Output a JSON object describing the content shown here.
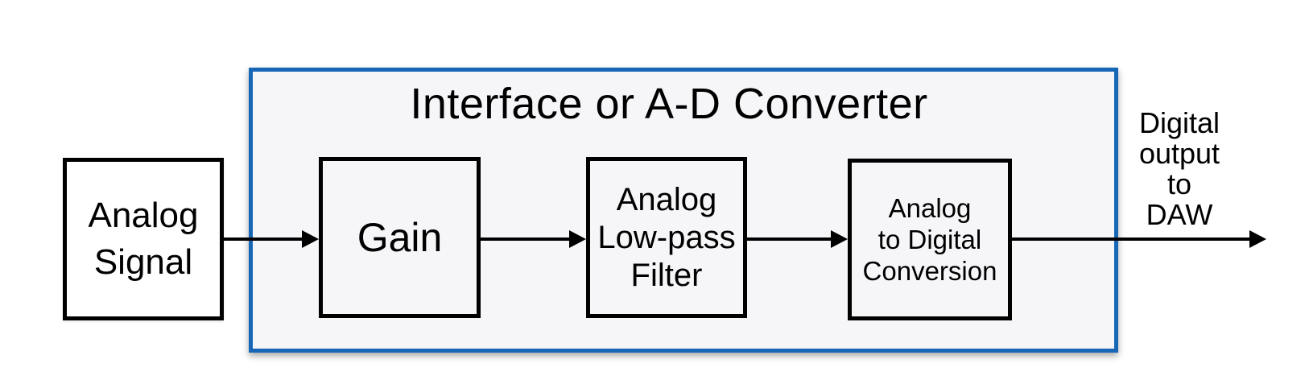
{
  "colors": {
    "group_border": "#1767b6",
    "group_fill": "#f6f6f8",
    "stroke": "#000000",
    "background": "#ffffff"
  },
  "group": {
    "title": "Interface or A-D Converter"
  },
  "nodes": {
    "analog_signal": {
      "label": "Analog\nSignal"
    },
    "gain": {
      "label": "Gain"
    },
    "lowpass": {
      "label": "Analog\nLow-pass\nFilter"
    },
    "adc": {
      "label": "Analog\nto Digital\nConversion"
    }
  },
  "output": {
    "label": "Digital\noutput\nto\nDAW"
  }
}
